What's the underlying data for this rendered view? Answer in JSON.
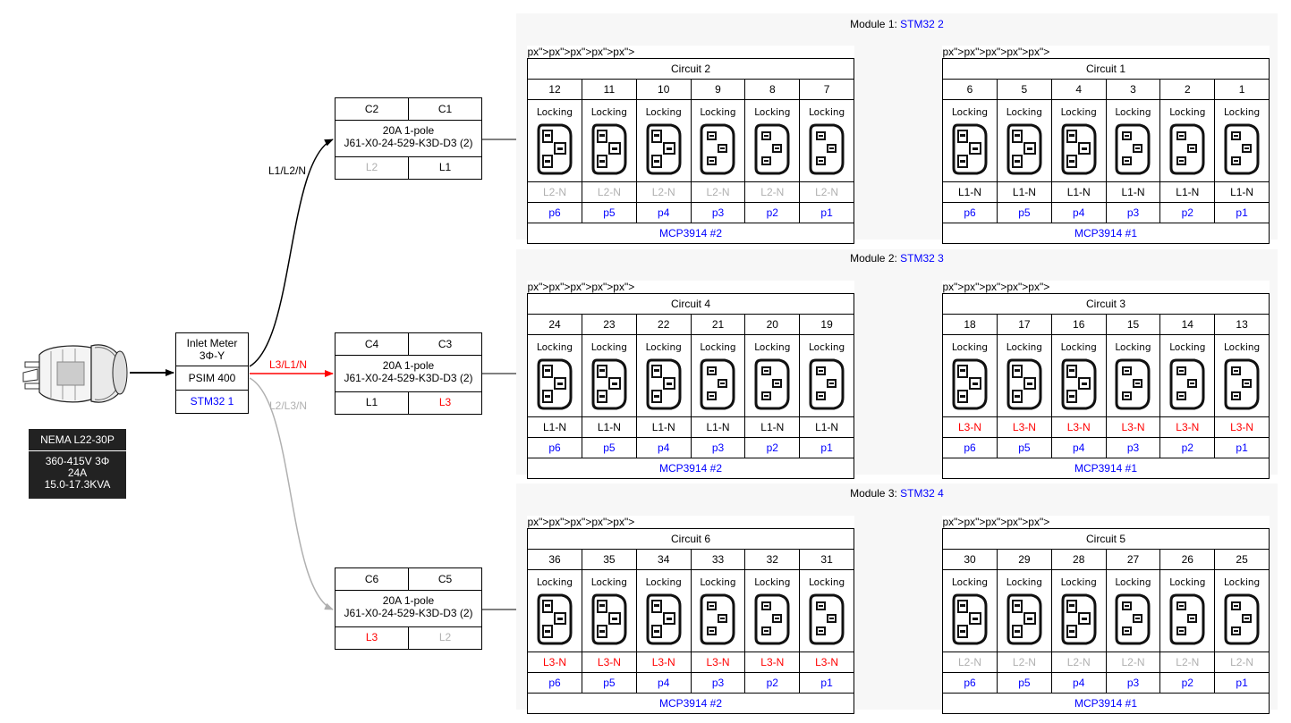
{
  "modules": [
    {
      "title_prefix": "Module 1: ",
      "title_link": "STM32 2",
      "left": {
        "title": "Circuit 2",
        "outlets": [
          "12",
          "11",
          "10",
          "9",
          "8",
          "7"
        ],
        "phase": "L2-N",
        "phase_color": "#b0b0b0",
        "chans": [
          "p6",
          "p5",
          "p4",
          "p3",
          "p2",
          "p1"
        ],
        "adc": "MCP3914 #2"
      },
      "right": {
        "title": "Circuit 1",
        "outlets": [
          "6",
          "5",
          "4",
          "3",
          "2",
          "1"
        ],
        "phase": "L1-N",
        "phase_color": "#000000",
        "chans": [
          "p6",
          "p5",
          "p4",
          "p3",
          "p2",
          "p1"
        ],
        "adc": "MCP3914 #1"
      }
    },
    {
      "title_prefix": "Module 2: ",
      "title_link": "STM32 3",
      "left": {
        "title": "Circuit 4",
        "outlets": [
          "24",
          "23",
          "22",
          "21",
          "20",
          "19"
        ],
        "phase": "L1-N",
        "phase_color": "#000000",
        "chans": [
          "p6",
          "p5",
          "p4",
          "p3",
          "p2",
          "p1"
        ],
        "adc": "MCP3914 #2"
      },
      "right": {
        "title": "Circuit 3",
        "outlets": [
          "18",
          "17",
          "16",
          "15",
          "14",
          "13"
        ],
        "phase": "L3-N",
        "phase_color": "#ff0000",
        "chans": [
          "p6",
          "p5",
          "p4",
          "p3",
          "p2",
          "p1"
        ],
        "adc": "MCP3914 #1"
      }
    },
    {
      "title_prefix": "Module 3: ",
      "title_link": "STM32 4",
      "left": {
        "title": "Circuit 6",
        "outlets": [
          "36",
          "35",
          "34",
          "33",
          "32",
          "31"
        ],
        "phase": "L3-N",
        "phase_color": "#ff0000",
        "chans": [
          "p6",
          "p5",
          "p4",
          "p3",
          "p2",
          "p1"
        ],
        "adc": "MCP3914 #2"
      },
      "right": {
        "title": "Circuit 5",
        "outlets": [
          "30",
          "29",
          "28",
          "27",
          "26",
          "25"
        ],
        "phase": "L2-N",
        "phase_color": "#b0b0b0",
        "chans": [
          "p6",
          "p5",
          "p4",
          "p3",
          "p2",
          "p1"
        ],
        "adc": "MCP3914 #1"
      }
    }
  ],
  "socket_label": "Locking",
  "socket_types": [
    "C19",
    "C19",
    "C19",
    "C13",
    "C13",
    "C13"
  ],
  "breakers": [
    {
      "c_left": "C2",
      "c_right": "C1",
      "rating": "20A 1-pole",
      "part": "J61-X0-24-529-K3D-D3 (2)",
      "l_left": "L2",
      "l_left_color": "#b0b0b0",
      "l_right": "L1",
      "l_right_color": "#000000"
    },
    {
      "c_left": "C4",
      "c_right": "C3",
      "rating": "20A 1-pole",
      "part": "J61-X0-24-529-K3D-D3 (2)",
      "l_left": "L1",
      "l_left_color": "#000000",
      "l_right": "L3",
      "l_right_color": "#ff0000"
    },
    {
      "c_left": "C6",
      "c_right": "C5",
      "rating": "20A 1-pole",
      "part": "J61-X0-24-529-K3D-D3 (2)",
      "l_left": "L3",
      "l_left_color": "#ff0000",
      "l_right": "L2",
      "l_right_color": "#b0b0b0"
    }
  ],
  "meter": {
    "line1": "Inlet Meter",
    "line2": "3Φ-Y",
    "model": "PSIM 400",
    "mcu": "STM32 1"
  },
  "plug": {
    "name": "NEMA L22-30P",
    "line1": "360-415V 3Φ",
    "line2": "24A",
    "line3": "15.0-17.3KVA"
  },
  "edges": {
    "top": "L1/L2/N",
    "mid": "L3/L1/N",
    "bottom": "L2/L3/N"
  },
  "colors": {
    "link": "#0000ff",
    "red": "#ff0000",
    "gray": "#b0b0b0",
    "module_bg": "#f7f7f7"
  }
}
